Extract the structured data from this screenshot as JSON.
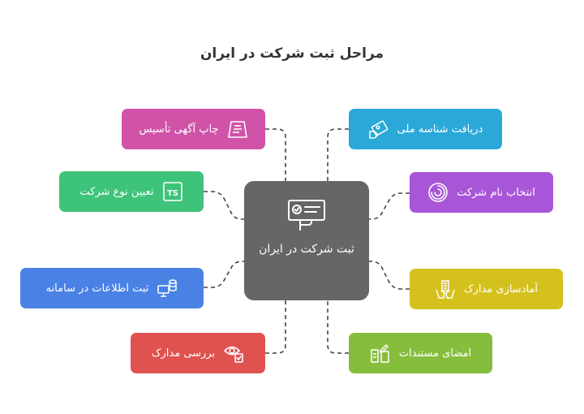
{
  "title": "مراحل ثبت شرکت در ایران",
  "center": {
    "label": "ثبت شرکت در ایران",
    "color": "#666666"
  },
  "left_items": [
    {
      "id": "print-ad",
      "label": "چاپ آگهی تأسیس",
      "color": "#d053a8",
      "icon": "signboard-icon"
    },
    {
      "id": "company-type",
      "label": "تعیین نوع شرکت",
      "color": "#3ec37a",
      "icon": "ts-code-icon"
    },
    {
      "id": "register-info",
      "label": "ثبت اطلاعات در سامانه",
      "color": "#4a81e4",
      "icon": "database-computer-icon"
    },
    {
      "id": "review-docs",
      "label": "بررسی مدارک",
      "color": "#e0524f",
      "icon": "eye-check-icon"
    }
  ],
  "right_items": [
    {
      "id": "national-id",
      "label": "دریافت شناسه ملی",
      "color": "#2aa8d8",
      "icon": "id-card-hand-icon"
    },
    {
      "id": "company-name",
      "label": "انتخاب نام شرکت",
      "color": "#a955d8",
      "icon": "spiral-logo-icon"
    },
    {
      "id": "prepare-docs",
      "label": "آمادسازی مدارک",
      "color": "#d5c11e",
      "icon": "hands-building-icon"
    },
    {
      "id": "sign-docs",
      "label": "امضای مستندات",
      "color": "#86bd3c",
      "icon": "signing-documents-icon"
    }
  ]
}
